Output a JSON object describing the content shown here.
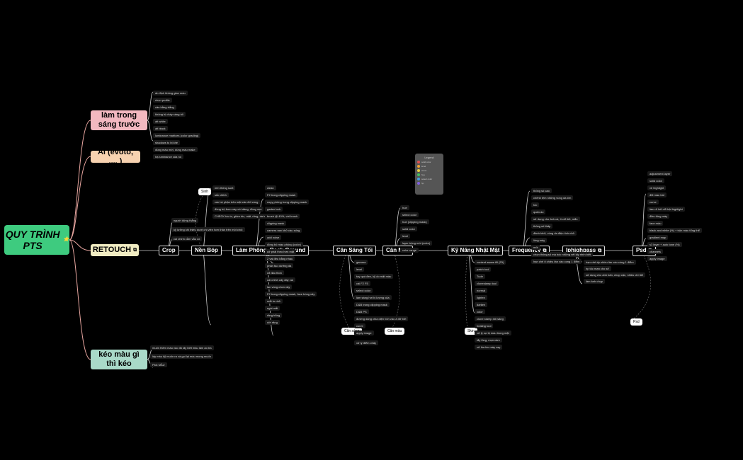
{
  "root": {
    "title": "QUY TRÌNH PTS",
    "icon": "star-icon"
  },
  "branches": {
    "lam": "làm trong sáng trước",
    "ai": "AI (evoto, .... )",
    "retouch": "RETOUCH",
    "keo": "kéo màu gì thì kéo"
  },
  "stages": {
    "crop": "Crop",
    "nenbop": "Nền Bóp",
    "lamphong": "Làm Phông, Back Ground",
    "cansang": "Cân Sáng Tối",
    "canmau": "Cân Màu",
    "kynang": "Kỹ Năng Nhặt Mặt",
    "frequency": "Frequency",
    "iphighpass": "Iphighpass",
    "psd": "Psd"
  },
  "legend": {
    "title": "Legend",
    "items": [
      "solid color",
      "level",
      "curve",
      "hue",
      "select color",
      "hp"
    ]
  },
  "colors": {
    "root": "#3ecb7f",
    "lam": "#f2b8c0",
    "ai": "#f7d2b0",
    "retouch": "#f1ecc2",
    "keo": "#a9d9c8",
    "line": "#e8a6a0"
  },
  "leaves": {
    "lam": [
      "ấn định không gian màu",
      "chọn profile",
      "cân bằng trắng",
      "không bị cháy sáng tối",
      "alt white",
      "alt black",
      "luminance matrices (color grading)",
      "shadows to bị khé",
      "đúng màu mới, đúng màu make",
      "hạ luminance của nó"
    ],
    "crop": [
      "người đứng thẳng",
      "kỹ lưỡng khi thiếu dưới chi viền hơn thân trên một chút",
      "cái chinh cằm vẫu có"
    ],
    "nenbop": [
      "nền thông suốt",
      "sắc chỉnh",
      "các bộ phận trên mặt cân đối cùng",
      "đồng bộ form này với dáng, đồng vẹn",
      "CHECK tóc to, giảm tóc, mặt, răng, da trong có"
    ],
    "lamphong": [
      "clean",
      "F2 trong clipping mask",
      "copy phông trong clipping mask",
      "gaden lock",
      "brush @ 40%, với brush",
      "clipping mask",
      "camera raw khử cầu sống",
      "add noise",
      "đồng bộ màu phông (color)",
      "cỡ phải theo hơn mặt",
      "2 vai đều bằng nhau",
      "phân tạo dưỡng da",
      "cổ đầu thon",
      "cái chỉnh cấy đầy vai",
      "lan vòng chon vây",
      "F2 trong clipping mask, face bóng vây",
      "mắt to nhỏ",
      "ngòi mắt",
      "răng trắng",
      "dời răng"
    ],
    "cansang": [
      "gamma",
      "level",
      "tay quá đen, kỹ do mặt màu",
      "cái F2 F5",
      "select color",
      "làm sáng hơi bị lượng của",
      "D&B trong clipping mask",
      "D&B PS",
      "đường dùng chia diện tích vào à đỡ bởi",
      "curve",
      "apply image"
    ],
    "canmau": [
      "hue",
      "select color",
      "hue (clipping mask)",
      "solid color",
      "level",
      "layer trộng mới (color)",
      "color range"
    ],
    "kynang": [
      "content aware fill (F5)",
      "patch tool",
      "Tude",
      "clonestamp tool",
      "normal",
      "lighten",
      "darken",
      "color",
      "clone stamp đối sáng",
      "healing tool",
      "xử lý sự bị màu trong mặt",
      "tẩy lông, mụn cám",
      "xử lúa lúc máy vay"
    ],
    "frequency": [
      "thông số cao",
      "chênh lệm những vùng da lớn",
      "tóc",
      "quần áo",
      "sử dụng cho ảnh cá, tì chỉ tiết, mẩn",
      "thông số thấp",
      "đánh khối, vùng da điện tích nhỏ",
      "lông mày",
      "môi",
      "chọn thông số mà bóc những vết lấy nhìn biết",
      "hạn chế ít chiều tần vào cong 1 điểm"
    ],
    "iphighpass": [
      "hạn chế ấp nhiều lần vào cùng 1 điểm",
      "hp tốc mạn cho sẽ",
      "sử dụng cho ảnh bản, chụp cận, nhiều chi tiết",
      "làm ảnh chụp"
    ],
    "psd": [
      "adjustment layer",
      "solid color",
      "về highlight",
      "đổi màu trời",
      "curve",
      "làm rõ kết nổi bật highlight",
      "điều tông máy",
      "face màu",
      "black and white (%) + trộn màu tổng thể",
      "gradient map",
      "s3 layer + auto tone (%)",
      "channels",
      "apply image"
    ],
    "keo": [
      "muốn thêm màu vào đó lấy biết màu làm áo tra",
      "lấy màu kỹ muốn ra và gọi lại màu mong muốn",
      "Pick MẦU"
    ]
  },
  "tags": {
    "sinh": "Sinh",
    "cansang": "Cân sáng",
    "canmau": "Cân màu",
    "skin": "Skin",
    "psd": "Psd",
    "xuly": "xử lý điểm chấy"
  }
}
